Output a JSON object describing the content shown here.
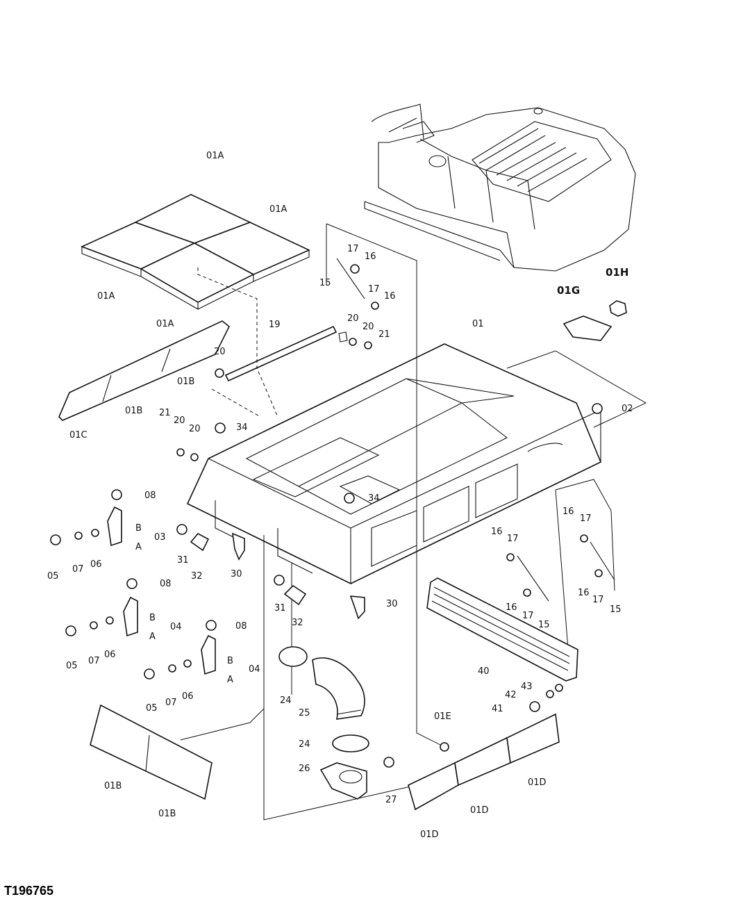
{
  "figure_id": "T196765",
  "labels": [
    {
      "id": "01A",
      "text": "01A"
    },
    {
      "id": "01A",
      "text": "01A"
    },
    {
      "id": "01A",
      "text": "01A"
    },
    {
      "id": "01A",
      "text": "01A"
    },
    {
      "id": "01B",
      "text": "01B"
    },
    {
      "id": "01B",
      "text": "01B"
    },
    {
      "id": "01B",
      "text": "01B"
    },
    {
      "id": "01B",
      "text": "01B"
    },
    {
      "id": "01C",
      "text": "01C"
    },
    {
      "id": "01D",
      "text": "01D"
    },
    {
      "id": "01D",
      "text": "01D"
    },
    {
      "id": "01D",
      "text": "01D"
    },
    {
      "id": "01E",
      "text": "01E"
    },
    {
      "id": "01G",
      "text": "01G"
    },
    {
      "id": "01H",
      "text": "01H"
    },
    {
      "id": "01",
      "text": "01"
    },
    {
      "id": "02",
      "text": "02"
    },
    {
      "id": "03",
      "text": "03"
    },
    {
      "id": "04",
      "text": "04"
    },
    {
      "id": "04",
      "text": "04"
    },
    {
      "id": "05",
      "text": "05"
    },
    {
      "id": "05",
      "text": "05"
    },
    {
      "id": "05",
      "text": "05"
    },
    {
      "id": "06",
      "text": "06"
    },
    {
      "id": "06",
      "text": "06"
    },
    {
      "id": "06",
      "text": "06"
    },
    {
      "id": "07",
      "text": "07"
    },
    {
      "id": "07",
      "text": "07"
    },
    {
      "id": "07",
      "text": "07"
    },
    {
      "id": "08",
      "text": "08"
    },
    {
      "id": "08",
      "text": "08"
    },
    {
      "id": "08",
      "text": "08"
    },
    {
      "id": "A",
      "text": "A"
    },
    {
      "id": "A",
      "text": "A"
    },
    {
      "id": "A",
      "text": "A"
    },
    {
      "id": "B",
      "text": "B"
    },
    {
      "id": "B",
      "text": "B"
    },
    {
      "id": "B",
      "text": "B"
    },
    {
      "id": "15",
      "text": "15"
    },
    {
      "id": "15",
      "text": "15"
    },
    {
      "id": "15",
      "text": "15"
    },
    {
      "id": "16",
      "text": "16"
    },
    {
      "id": "16",
      "text": "16"
    },
    {
      "id": "16",
      "text": "16"
    },
    {
      "id": "16",
      "text": "16"
    },
    {
      "id": "16",
      "text": "16"
    },
    {
      "id": "16",
      "text": "16"
    },
    {
      "id": "17",
      "text": "17"
    },
    {
      "id": "17",
      "text": "17"
    },
    {
      "id": "17",
      "text": "17"
    },
    {
      "id": "17",
      "text": "17"
    },
    {
      "id": "17",
      "text": "17"
    },
    {
      "id": "17",
      "text": "17"
    },
    {
      "id": "19",
      "text": "19"
    },
    {
      "id": "20",
      "text": "20"
    },
    {
      "id": "20",
      "text": "20"
    },
    {
      "id": "20",
      "text": "20"
    },
    {
      "id": "20",
      "text": "20"
    },
    {
      "id": "20",
      "text": "20"
    },
    {
      "id": "21",
      "text": "21"
    },
    {
      "id": "21",
      "text": "21"
    },
    {
      "id": "24",
      "text": "24"
    },
    {
      "id": "24",
      "text": "24"
    },
    {
      "id": "25",
      "text": "25"
    },
    {
      "id": "26",
      "text": "26"
    },
    {
      "id": "27",
      "text": "27"
    },
    {
      "id": "30",
      "text": "30"
    },
    {
      "id": "30",
      "text": "30"
    },
    {
      "id": "31",
      "text": "31"
    },
    {
      "id": "31",
      "text": "31"
    },
    {
      "id": "32",
      "text": "32"
    },
    {
      "id": "32",
      "text": "32"
    },
    {
      "id": "34",
      "text": "34"
    },
    {
      "id": "34",
      "text": "34"
    },
    {
      "id": "40",
      "text": "40"
    },
    {
      "id": "41",
      "text": "41"
    },
    {
      "id": "42",
      "text": "42"
    },
    {
      "id": "43",
      "text": "43"
    }
  ]
}
